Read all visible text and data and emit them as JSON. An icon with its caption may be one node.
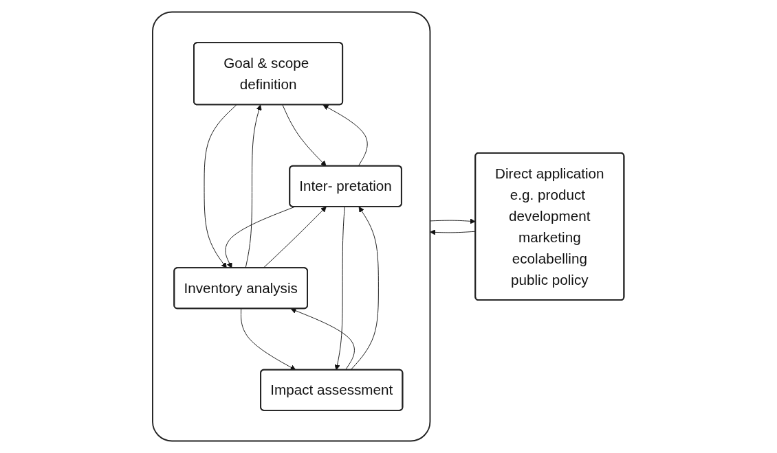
{
  "diagram": {
    "nodes": [
      {
        "text": [],
        "shape": "box"
      },
      {
        "text": [
          "Goal & scope definition"
        ],
        "in": 0
      },
      {
        "text": [
          "Inventory analysis"
        ],
        "in": 0
      },
      {
        "text": [
          "Impact assessment"
        ],
        "in": 0
      },
      {
        "text": [
          "Inter- pretation"
        ],
        "in": 0
      },
      {
        "text": [
          "Direct application",
          "e.g. product development",
          "marketing",
          "ecolabelling",
          "public policy"
        ]
      }
    ],
    "edges": [
      {
        "from": 1,
        "to": 4,
        "arrow": "to"
      },
      {
        "from": 4,
        "to": 1,
        "arrow": "to"
      },
      {
        "from": 1,
        "to": 2,
        "arrow": "to"
      },
      {
        "from": 2,
        "to": 1,
        "arrow": "to"
      },
      {
        "from": 2,
        "to": 4,
        "arrow": "to"
      },
      {
        "from": 4,
        "to": 2,
        "arrow": "to"
      },
      {
        "from": 2,
        "to": 3,
        "arrow": "to"
      },
      {
        "from": 3,
        "to": 2,
        "arrow": "to"
      },
      {
        "from": 3,
        "to": 4,
        "arrow": "to"
      },
      {
        "from": 4,
        "to": 3,
        "arrow": "to"
      },
      {
        "from": 5,
        "to": 0,
        "arrow": "to"
      },
      {
        "from": 0,
        "to": 5,
        "arrow": "to"
      }
    ]
  }
}
